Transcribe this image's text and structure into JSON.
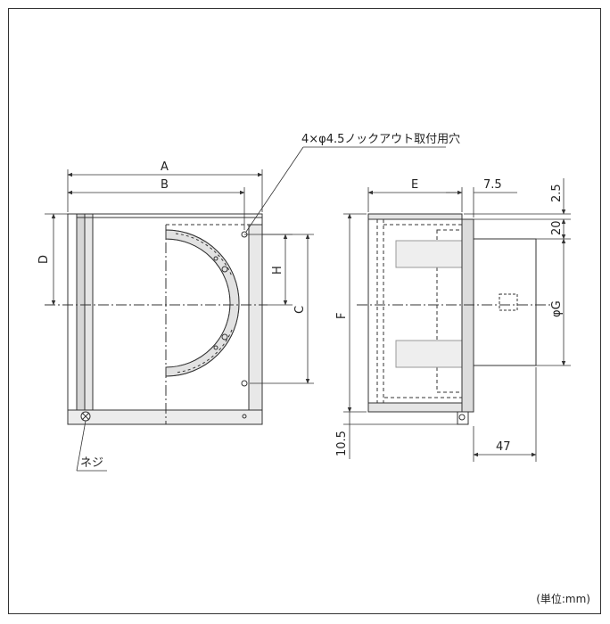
{
  "labels": {
    "knockout": "4×φ4.5ノックアウト取付用穴",
    "A": "A",
    "B": "B",
    "C": "C",
    "D": "D",
    "E": "E",
    "F": "F",
    "H": "H",
    "G": "φG",
    "screw": "ネジ",
    "d75": "7.5",
    "d25": "2.5",
    "d20": "20",
    "d105": "10.5",
    "d47": "47"
  },
  "unit_note": "(単位:mm)"
}
